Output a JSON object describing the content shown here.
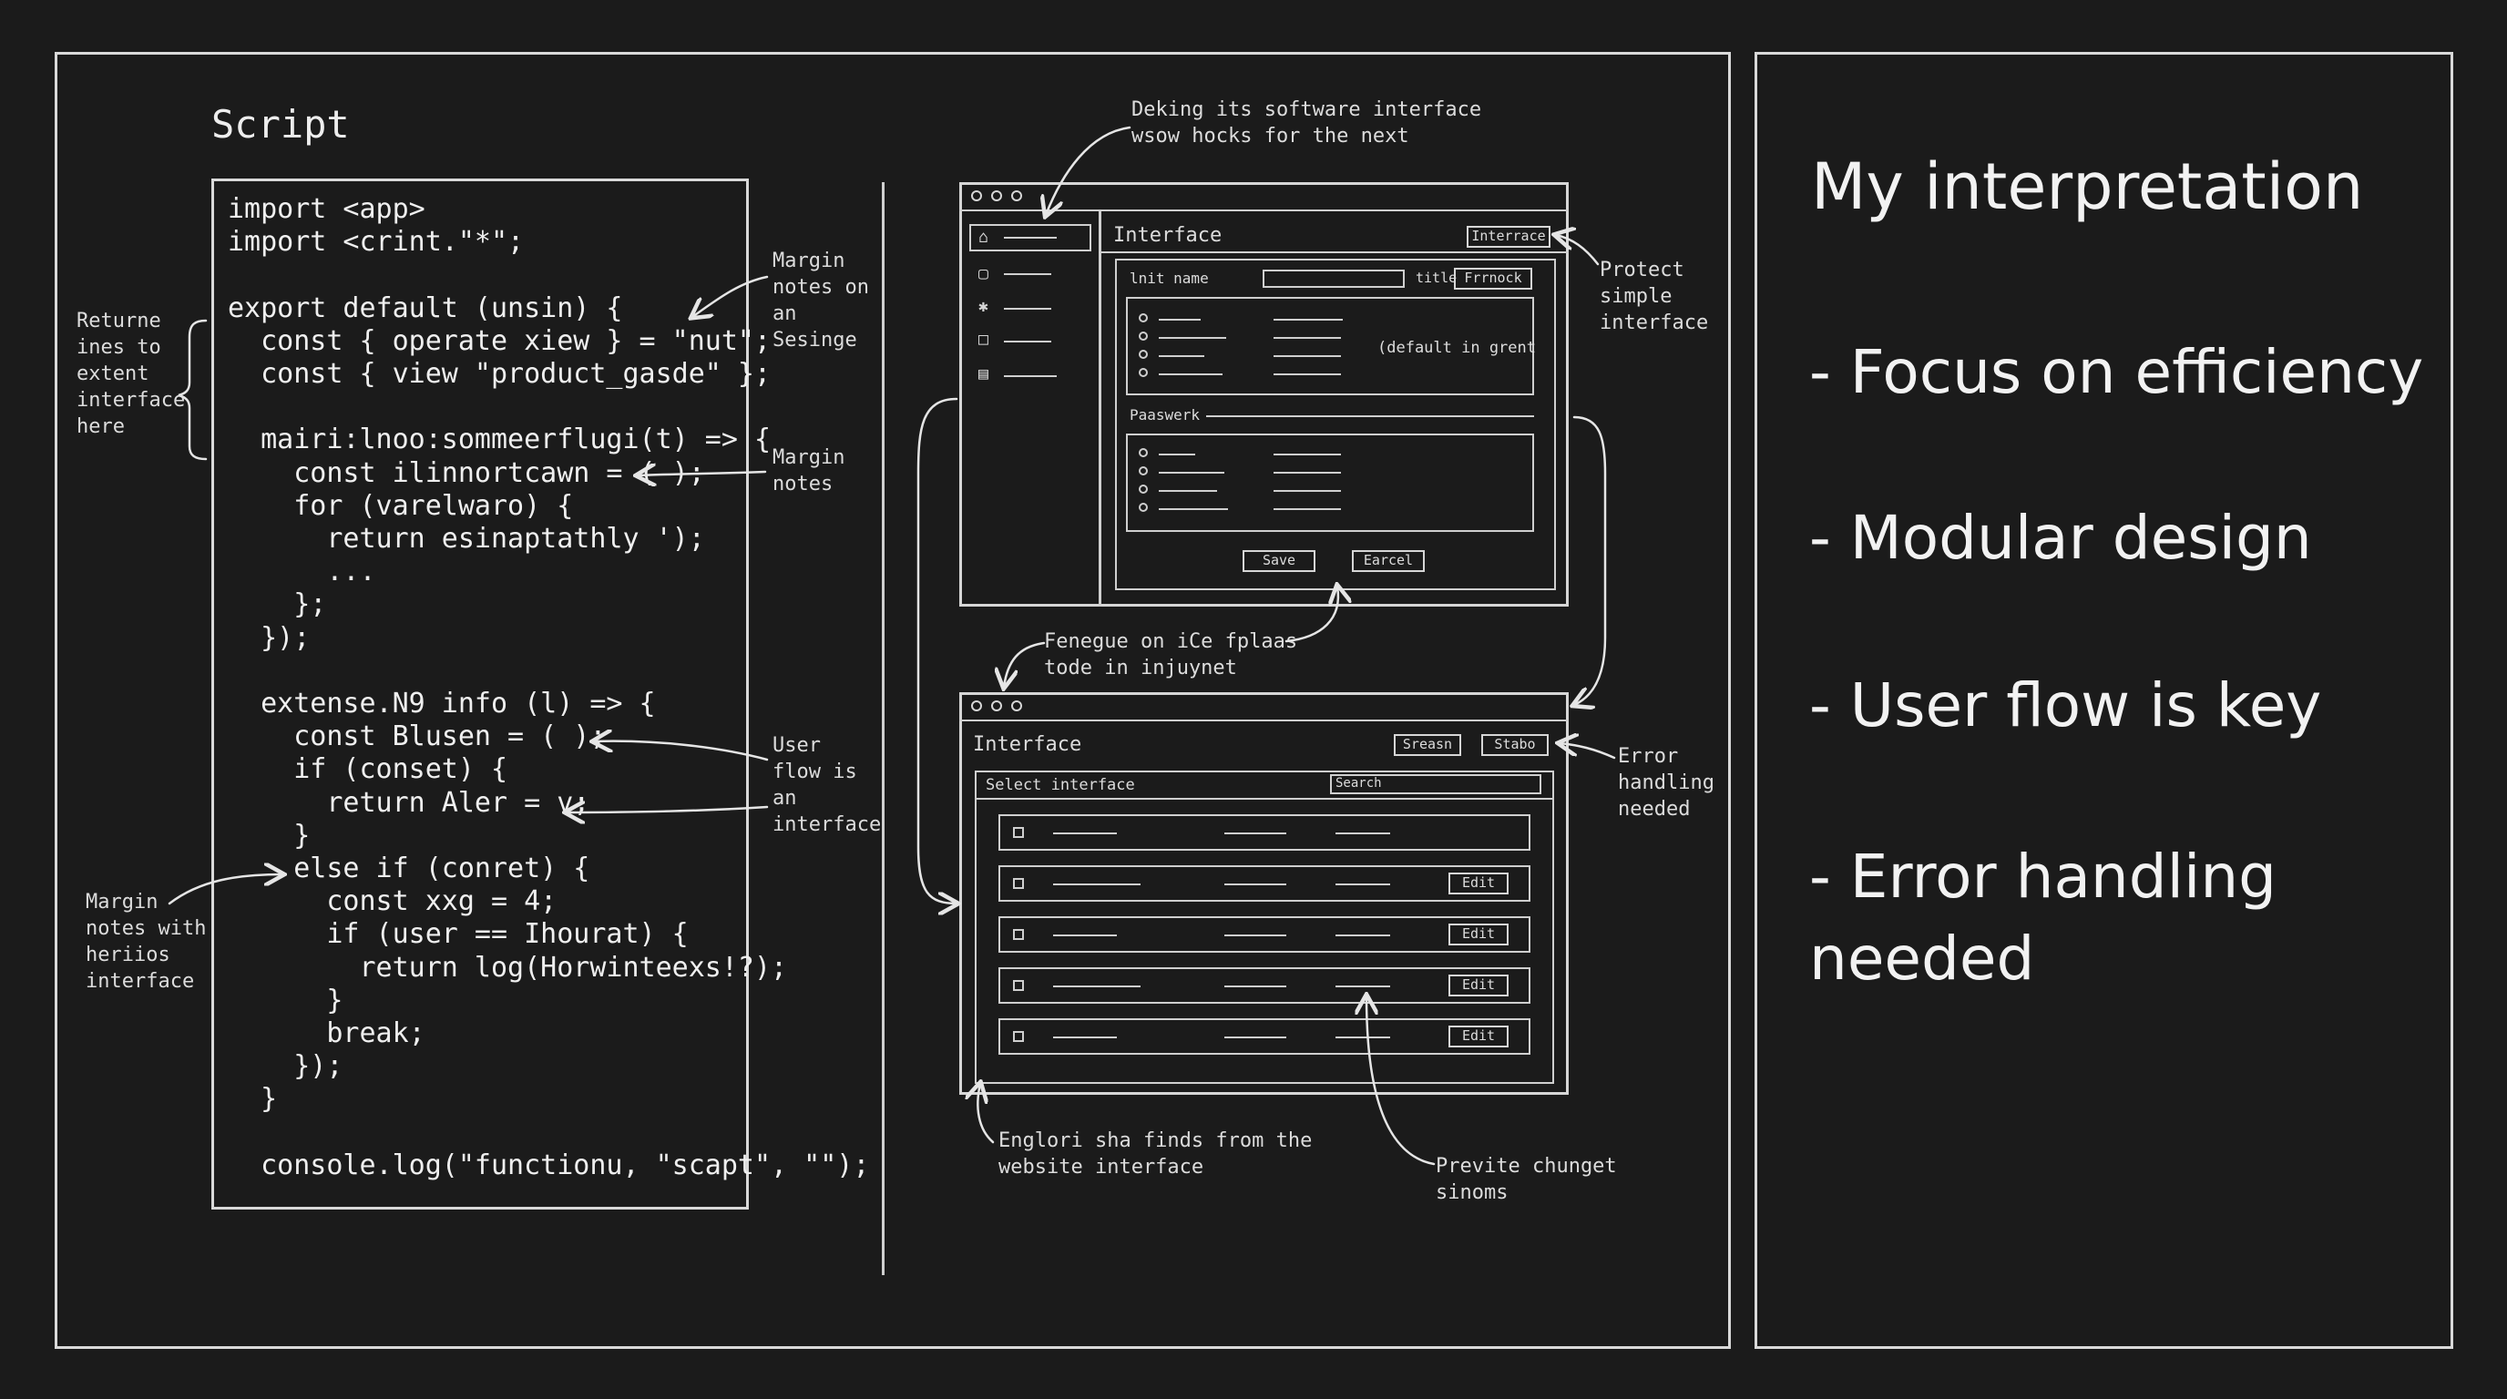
{
  "script": {
    "title": "Script",
    "code_lines": [
      "import <app>",
      "import <crint.\"*\";",
      "",
      "export default (unsin) {",
      "  const { operate xiew } = \"nut\";",
      "  const { view \"product_gasde\" };",
      "",
      "  mairi:lnoo:sommeerflugi(t) => {",
      "    const ilinnortcawn = ( );",
      "    for (varelwaro) {",
      "      return esinaptathly ');",
      "      ...",
      "    };",
      "  });",
      "",
      "  extense.N9 info (l) => {",
      "    const Blusen = ( );",
      "    if (conset) {",
      "      return Aler = v;",
      "    }",
      "    else if (conret) {",
      "      const xxg = 4;",
      "      if (user == Ihourat) {",
      "        return log(Horwinteexs!?);",
      "      }",
      "      break;",
      "    });",
      "  }",
      "",
      "  console.log(\"functionu, \"scapt\", \"\");"
    ],
    "notes": {
      "left_top": "Returne\nines to\nextent\ninterface\nhere",
      "left_bottom": "Margin\nnotes with\nheriios\ninterface",
      "margin_1": "Margin\nnotes on\nan\nSesinge",
      "margin_2": "Margin\nnotes",
      "margin_3": "User\nflow is\nan\ninterface"
    }
  },
  "wireframes": {
    "top_note": "Deking its software interface\nwsow hocks for the next",
    "top_window": {
      "title": "Interface",
      "header_button": "Interrace",
      "field_label": "lnit name",
      "field_mid_label": "title",
      "field_button": "Frrnock",
      "group1_label": "(default in grent",
      "section_label": "Paaswerk",
      "save_button": "Save",
      "cancel_button": "Earcel"
    },
    "right_note_top": "Protect\nsimple\ninterface",
    "middle_note": "Fenegue on iCe fplaas\ntode in injuynet",
    "bottom_window": {
      "title": "Interface",
      "button_1": "Sreasn",
      "button_2": "Stabo",
      "select_label": "Select interface",
      "search_placeholder": "Search",
      "row_button": "Edit"
    },
    "right_note_bottom": "Error\nhandling\nneeded",
    "bottom_left_note": "Englori sha finds from the\nwebsite interface",
    "bottom_right_note": "Previte chunget\nsinoms"
  },
  "interpretation": {
    "title": "My interpretation",
    "points": [
      "- Focus on efficiency",
      "- Modular design",
      "- User flow is key",
      "- Error handling\nneeded"
    ]
  }
}
